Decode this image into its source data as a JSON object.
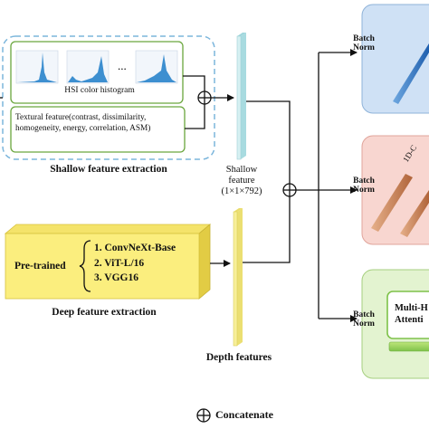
{
  "shallow": {
    "histogram_caption": "HSI color histogram",
    "ellipsis": "...",
    "textural_caption": "Textural feature(contrast, dissimilarity, homogeneity, energy, correlation, ASM)",
    "section_title": "Shallow feature extraction"
  },
  "shallow_feature": {
    "line1": "Shallow",
    "line2": "feature",
    "line3": "(1×1×792)"
  },
  "deep": {
    "pretrained_label": "Pre-trained",
    "models": [
      "1.   ConvNeXt-Base",
      "2.   ViT-L/16",
      "3.   VGG16"
    ],
    "section_title": "Deep feature extraction"
  },
  "depth_feature_label": "Depth features",
  "branches": [
    {
      "line1": "Batch",
      "line2": "Norm"
    },
    {
      "line1": "Batch",
      "line2": "Norm"
    },
    {
      "line1": "Batch",
      "line2": "Norm"
    }
  ],
  "branch2_partial": "1D-C",
  "branch3_partial": {
    "line1": "Multi-H",
    "line2": "Attenti"
  },
  "legend": {
    "label": "Concatenate"
  },
  "colors": {
    "dashed_border": "#7cb6dc",
    "histogram_fill": "#3d8fd0",
    "shallow_bar": "#cfecef",
    "pretrained_fill": "#fbee7e",
    "pretrained_side": "#e9d54e",
    "depth_bar": "#f7ef9a",
    "blue_panel": "#cfe1f5",
    "red_panel": "#f8d6d0",
    "green_panel": "#e3f3d0"
  }
}
